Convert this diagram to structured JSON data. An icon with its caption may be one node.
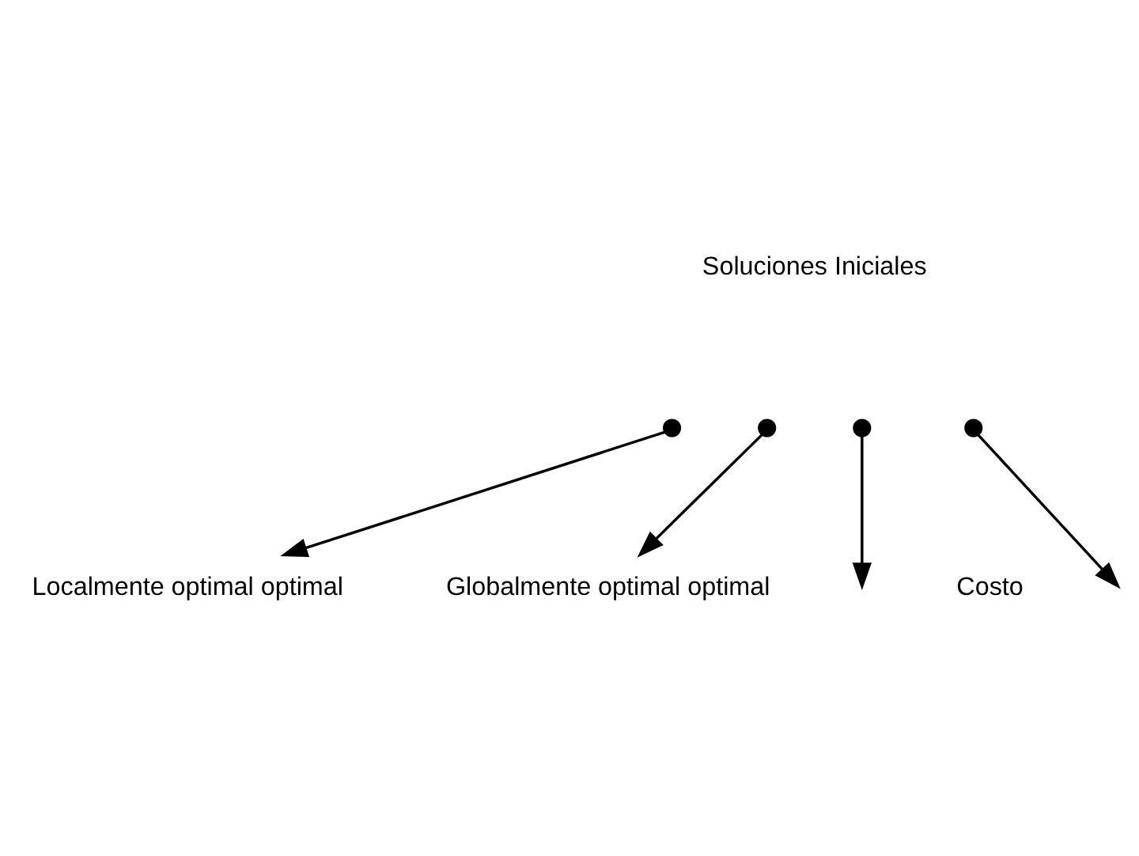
{
  "diagram": {
    "nodes": [
      {
        "text": [],
        "shape": "circle"
      },
      {
        "text": [],
        "shape": "circle"
      },
      {
        "text": [],
        "shape": "circle"
      },
      {
        "text": [],
        "shape": "circle"
      },
      {
        "text": [
          "Localmente optimal optimal"
        ]
      },
      {
        "text": [
          "Globalmente optimal optimal"
        ]
      }
    ],
    "edges": [
      {
        "from": 0,
        "to": 4,
        "arrow": "to"
      },
      {
        "from": 1,
        "to": 5,
        "arrow": "to"
      },
      {
        "from": 2,
        "to": null,
        "arrow": "to"
      },
      {
        "from": 3,
        "to": null,
        "arrow": "to"
      }
    ],
    "labels": [
      "Soluciones Iniciales",
      "Costo"
    ]
  }
}
